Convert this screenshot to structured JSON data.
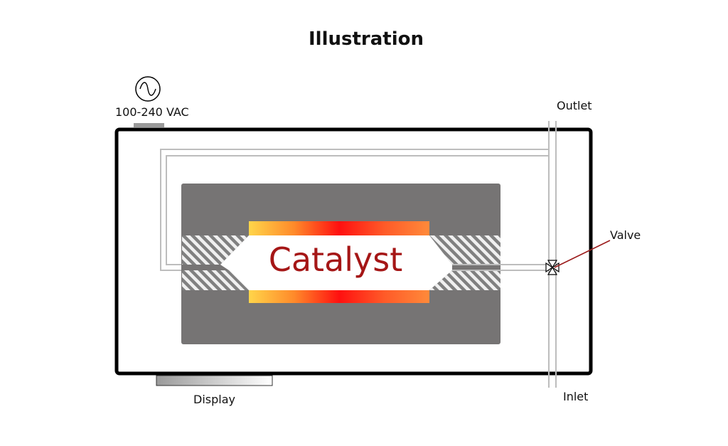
{
  "title": "Illustration",
  "labels": {
    "power": "100-240 VAC",
    "outlet": "Outlet",
    "inlet": "Inlet",
    "valve": "Valve",
    "display": "Display",
    "catalyst": "Catalyst"
  },
  "icons": {
    "power": "ac-power-icon",
    "valve": "valve-icon"
  },
  "colors": {
    "frame": "#000000",
    "furnace_block": "#767474",
    "tube": "#bdbdbd",
    "catalyst_text": "#a51616",
    "heater_edge": "#ffd54a",
    "heater_center": "#ff1010",
    "valve_pointer": "#9c1c1c"
  }
}
